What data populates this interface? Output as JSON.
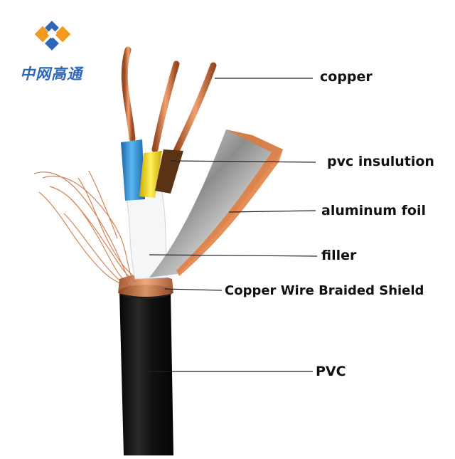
{
  "logo": {
    "text": "中网高通",
    "accent": "#f29a1e",
    "color": "#2f66b8"
  },
  "labels": {
    "copper": "copper",
    "pvc_insulation": "pvc insulution",
    "aluminum_foil": "aluminum foil",
    "filler": "filler",
    "braided_shield": "Copper Wire Braided Shield",
    "pvc_sheath": "PVC"
  },
  "colors": {
    "sheath": "#141414",
    "copper": "#c8713e",
    "wire_blue": "#2b8fd6",
    "wire_yellow": "#f2d21a",
    "wire_brown": "#5a3214",
    "foil": "#c9c9c9"
  }
}
